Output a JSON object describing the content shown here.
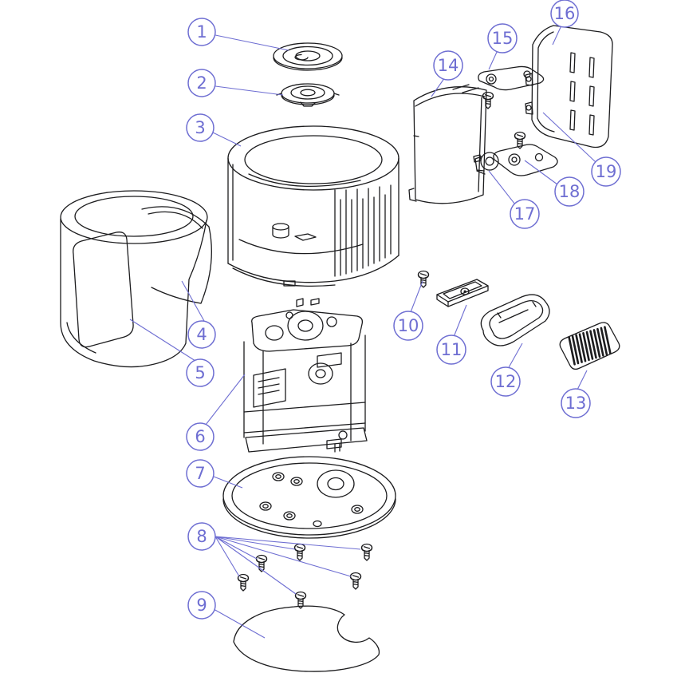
{
  "colors": {
    "accent": "#6e6ed2",
    "ink": "#1c1c1e",
    "bg": "#ffffff"
  },
  "callouts": [
    {
      "label": "1"
    },
    {
      "label": "2"
    },
    {
      "label": "3"
    },
    {
      "label": "4"
    },
    {
      "label": "5"
    },
    {
      "label": "6"
    },
    {
      "label": "7"
    },
    {
      "label": "8"
    },
    {
      "label": "9"
    },
    {
      "label": "10"
    },
    {
      "label": "11"
    },
    {
      "label": "12"
    },
    {
      "label": "13"
    },
    {
      "label": "14"
    },
    {
      "label": "15"
    },
    {
      "label": "16"
    },
    {
      "label": "17"
    },
    {
      "label": "18"
    },
    {
      "label": "19"
    }
  ]
}
